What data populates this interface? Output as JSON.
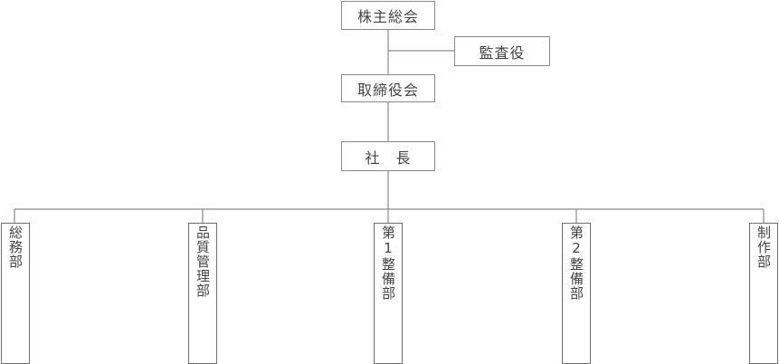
{
  "nodes": {
    "shareholders": "株主総会",
    "auditor": "監査役",
    "board": "取締役会",
    "president": "社　長"
  },
  "departments": [
    "総務部",
    "品質管理部",
    "第1整備部",
    "第2整備部",
    "制作部"
  ]
}
